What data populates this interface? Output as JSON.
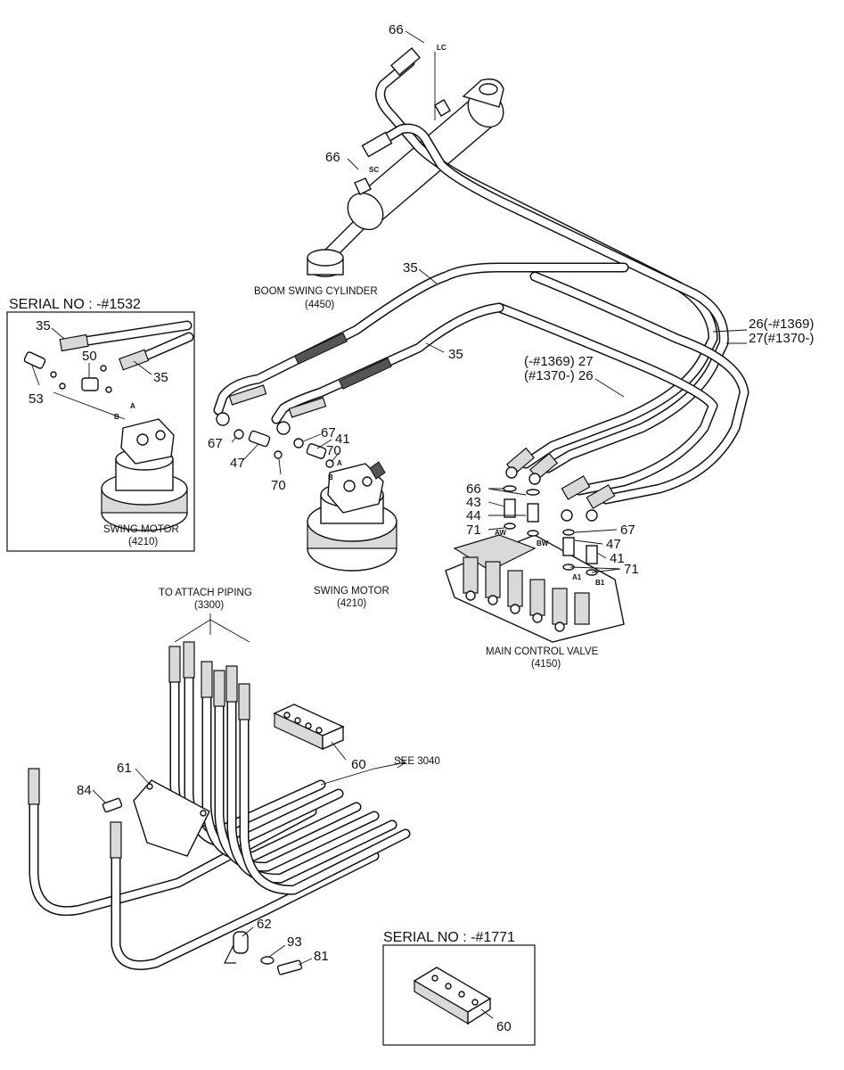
{
  "labels": {
    "boom_swing_cylinder": "BOOM SWING CYLINDER",
    "boom_swing_cylinder_code": "(4450)",
    "swing_motor": "SWING MOTOR",
    "swing_motor_code": "(4210)",
    "inset_swing_motor": "SWING MOTOR",
    "inset_swing_motor_code": "(4210)",
    "main_control_valve": "MAIN CONTROL VALVE",
    "main_control_valve_code": "(4150)",
    "to_attach_piping": "TO ATTACH PIPING",
    "to_attach_piping_code": "(3300)",
    "see_3040": "SEE 3040"
  },
  "serials": {
    "inset_top": "SERIAL NO : -#1532",
    "inset_bottom": "SERIAL NO : -#1771"
  },
  "ports": {
    "lc": "LC",
    "sc": "SC",
    "a_motor": "A",
    "b_motor": "B",
    "a_inset": "A",
    "b_inset": "B",
    "aw": "AW",
    "bw": "BW",
    "a1": "A1",
    "b1": "B1"
  },
  "callouts": {
    "c66_top": "66",
    "c66_mid": "66",
    "c35_upper": "35",
    "c35_lower": "35",
    "c26_27_right_a": "26(-#1369)",
    "c26_27_right_b": "27(#1370-)",
    "c27_26_left_a": "(-#1369) 27",
    "c27_26_left_b": "(#1370-) 26",
    "c66_valve": "66",
    "c43": "43",
    "c44": "44",
    "c71_left": "71",
    "c67_valve": "67",
    "c47_valve": "47",
    "c41_valve": "41",
    "c71_right": "71",
    "c67_motor_left": "67",
    "c47_motor": "47",
    "c70_bottom": "70",
    "c67_motor_right": "67",
    "c41_motor": "41",
    "c70_right": "70",
    "inset_35_a": "35",
    "inset_35_b": "35",
    "inset_50": "50",
    "inset_53": "53",
    "c60_block": "60",
    "c61": "61",
    "c84": "84",
    "c62": "62",
    "c93": "93",
    "c81": "81",
    "inset_60": "60"
  }
}
